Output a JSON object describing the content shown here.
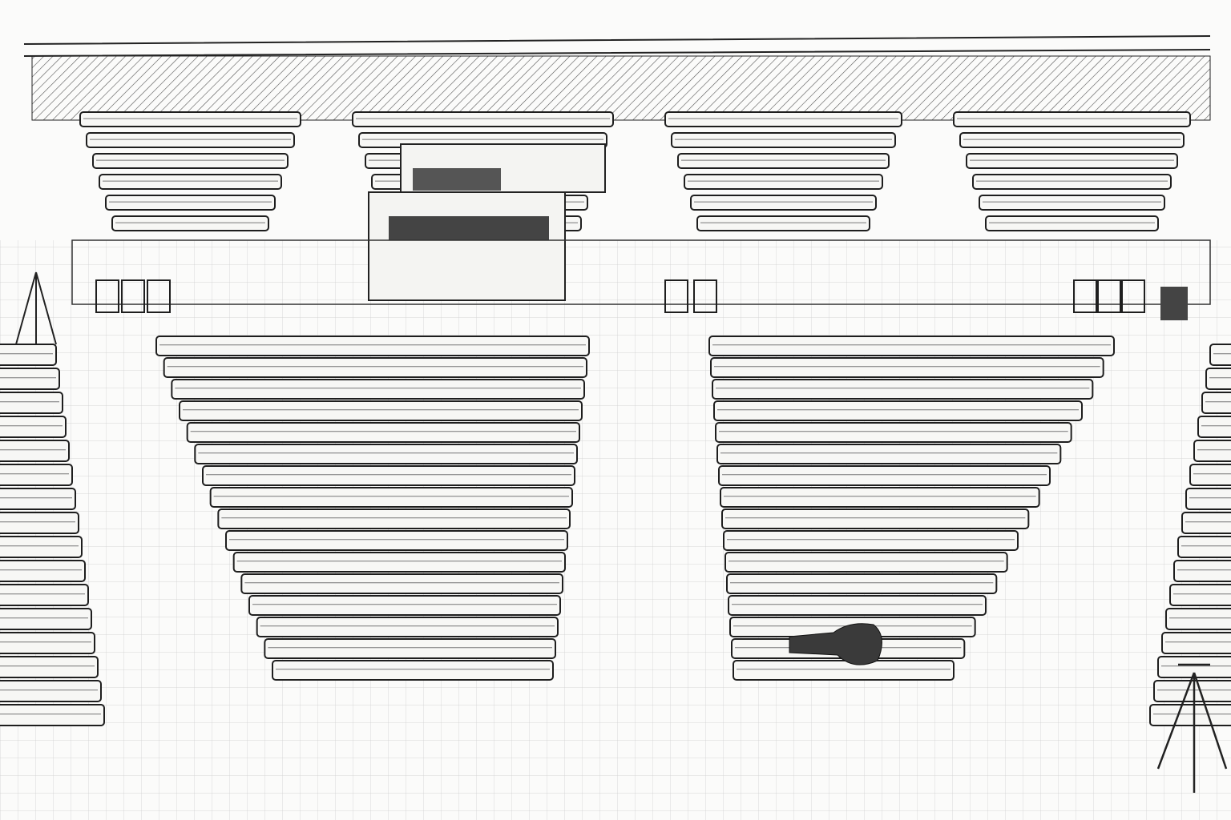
{
  "colors": {
    "ink": "#1e1e1e",
    "paper": "#fbfbfa",
    "hatch": "#6a6a6a"
  },
  "scene": {
    "style": "pencil-sketch",
    "subject": "church-sanctuary-pews",
    "objects": [
      "balcony-pews",
      "center-left-pews",
      "center-right-pews",
      "side-left-pews",
      "side-right-pews",
      "stage-area",
      "chairs",
      "guitar-case",
      "music-stand",
      "tripod"
    ]
  }
}
